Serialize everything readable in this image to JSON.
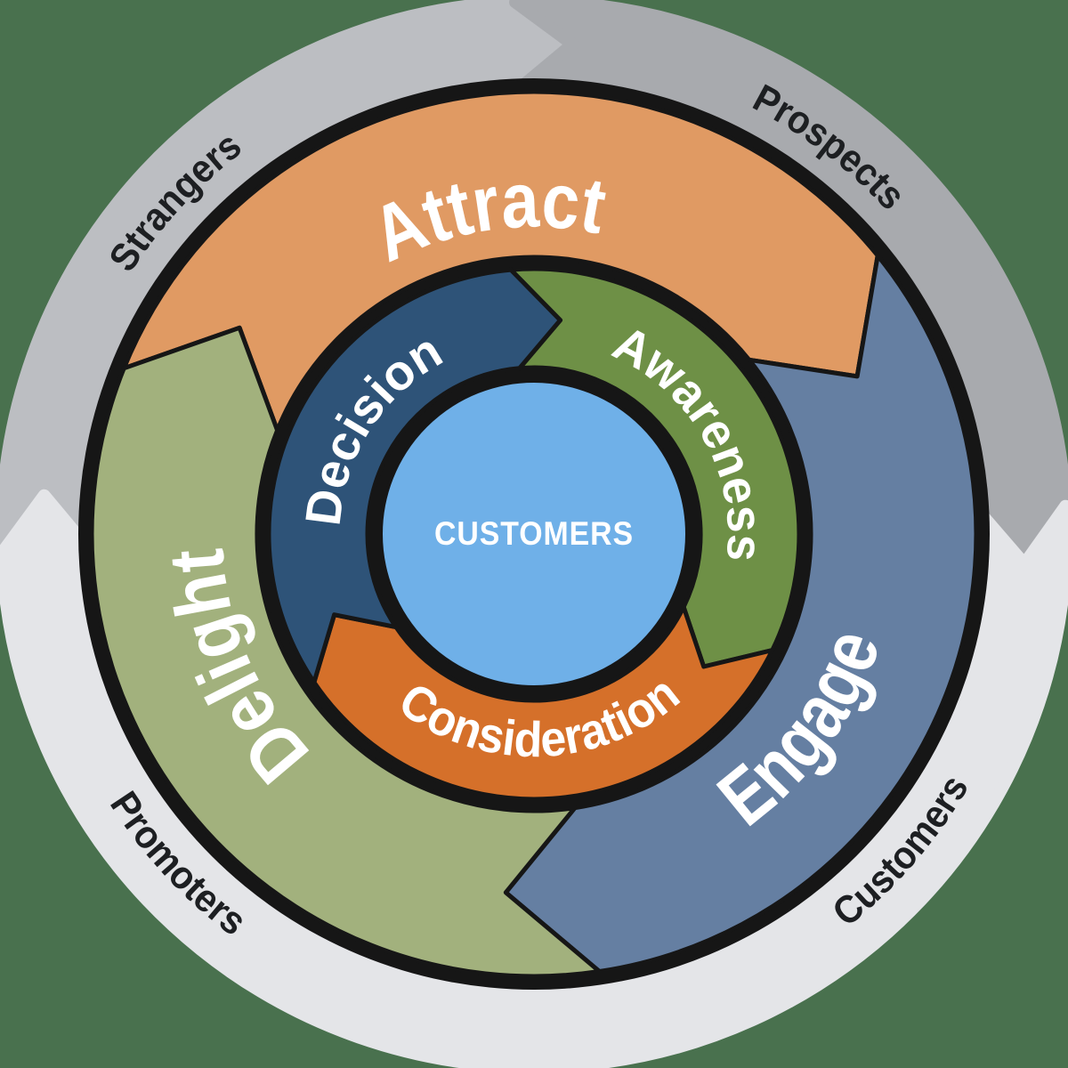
{
  "diagram": {
    "name": "inbound-flywheel",
    "center": {
      "label": "CUSTOMERS"
    },
    "inner_ring": {
      "stages": [
        {
          "label": "Awareness"
        },
        {
          "label": "Consideration"
        },
        {
          "label": "Decision"
        }
      ]
    },
    "middle_ring": {
      "phases": [
        {
          "label": "Attract"
        },
        {
          "label": "Engage"
        },
        {
          "label": "Delight"
        }
      ]
    },
    "outer_ring": {
      "audiences": [
        {
          "label": "Strangers"
        },
        {
          "label": "Prospects"
        },
        {
          "label": "Customers"
        },
        {
          "label": "Promoters"
        }
      ]
    }
  },
  "colors": {
    "background": "#49714e",
    "outline": "#161616",
    "white": "#ffffff",
    "outer_label_text": "#1d1f22",
    "center_fill": "#6fb0e8",
    "outer_ring": {
      "strangers": "#bcbec2",
      "prospects": "#a8aaae",
      "customers_promoters": "#e4e5e8"
    },
    "middle_ring": {
      "attract": "#e09a63",
      "engage": "#657fa2",
      "delight": "#a2b17d"
    },
    "inner_ring": {
      "awareness": "#6e9046",
      "consideration": "#d5702a",
      "decision": "#2e5378"
    }
  }
}
